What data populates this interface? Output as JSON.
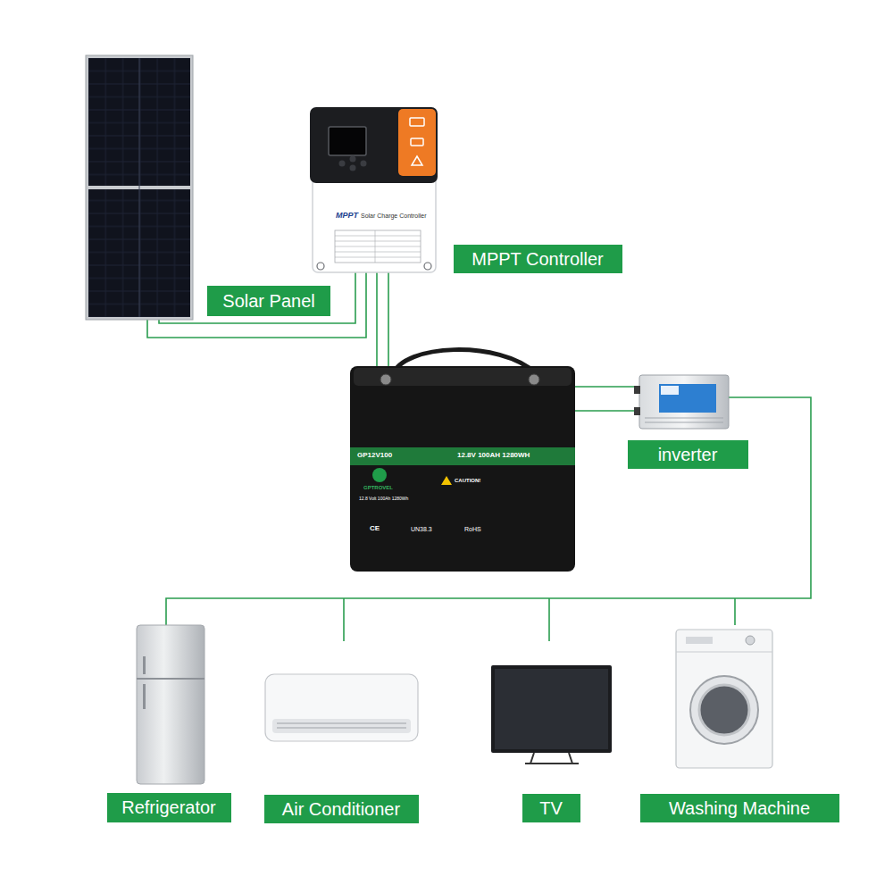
{
  "diagram": {
    "nodes": [
      {
        "text": [
          "Solar Panel"
        ]
      },
      {
        "text": [
          "MPPT Controller"
        ]
      },
      {
        "text": [
          "inverter"
        ]
      },
      {
        "text": [
          "Refrigerator"
        ]
      },
      {
        "text": [
          "Air Conditioner"
        ]
      },
      {
        "text": [
          "TV"
        ]
      },
      {
        "text": [
          "Washing Machine"
        ]
      }
    ],
    "labels": [
      "MPPT",
      "Solar Charge Controller",
      "GP12V100",
      "12.8V 100AH 1280WH",
      "GPTROVEL",
      "CAUTION!",
      "12.8 Volt 100Ah 1280Wh",
      "CE",
      "UN38.3",
      "RoHS"
    ]
  }
}
